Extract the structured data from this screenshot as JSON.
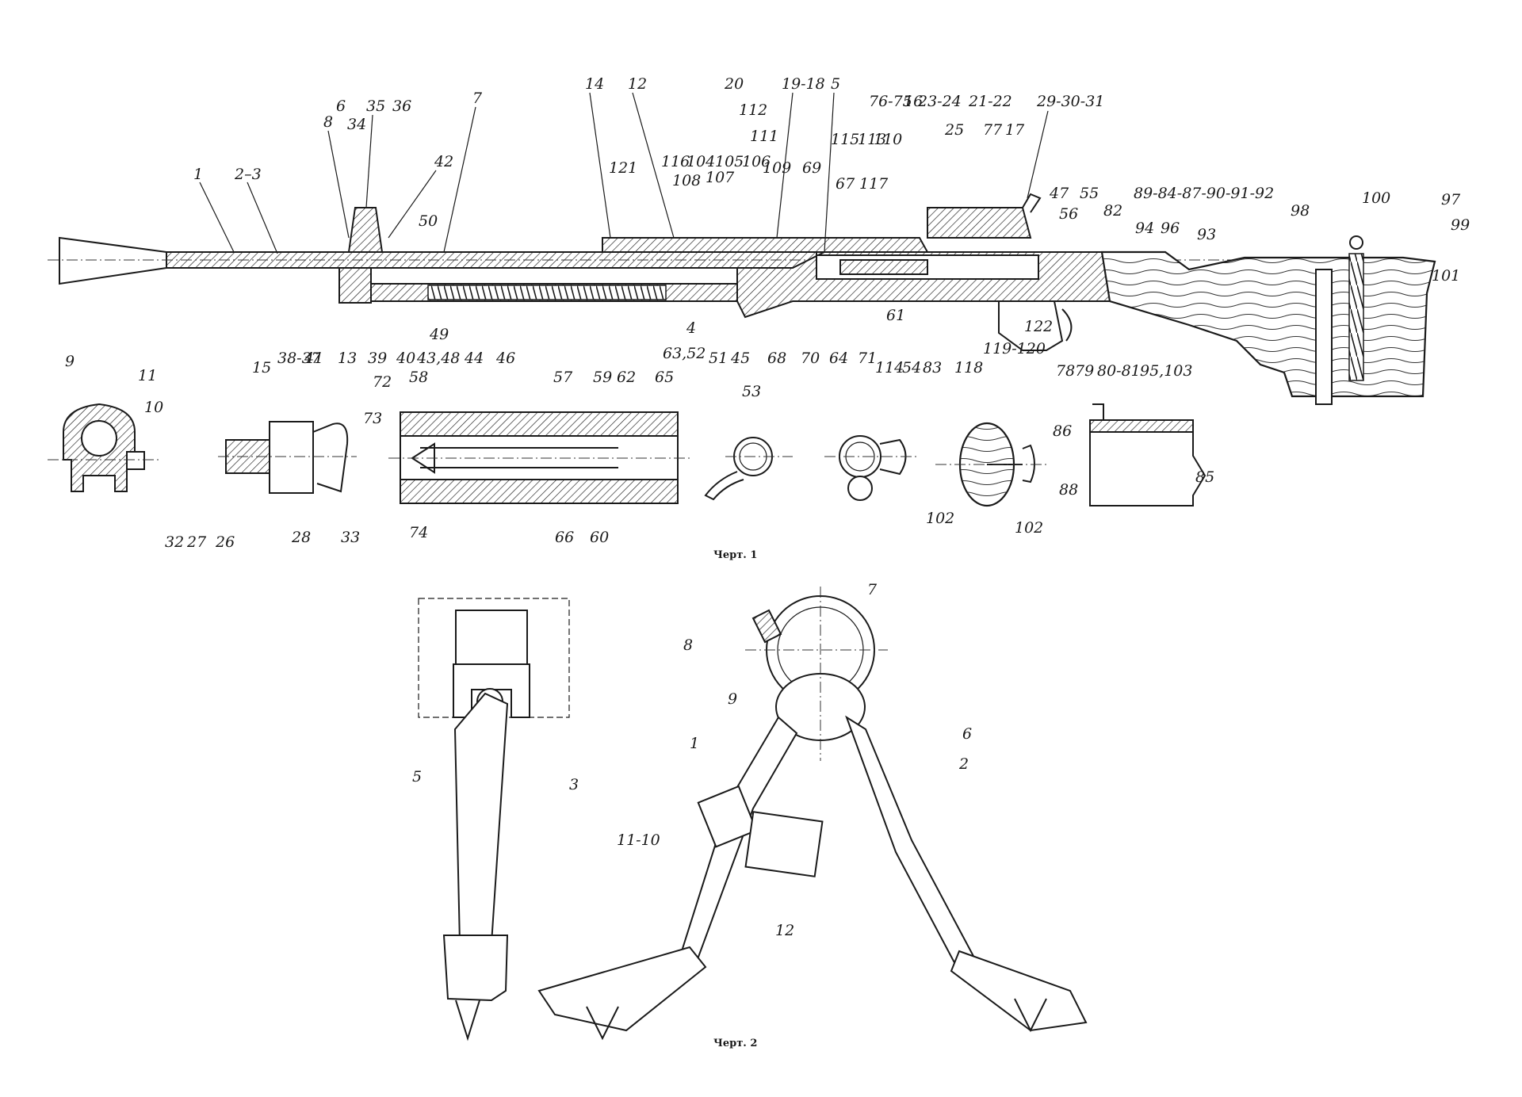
{
  "figure1": {
    "caption": "Черт. 1",
    "labels": [
      "1",
      "2–3",
      "8",
      "6",
      "34",
      "35",
      "36",
      "7",
      "42",
      "50",
      "14",
      "12",
      "121",
      "116",
      "104",
      "108",
      "107",
      "105",
      "106",
      "20",
      "112",
      "111",
      "109",
      "19-18",
      "69",
      "5",
      "115",
      "67",
      "113",
      "110",
      "117",
      "76-75",
      "16",
      "23-24",
      "25",
      "21-22",
      "77",
      "17",
      "29-30-31",
      "47",
      "55",
      "56",
      "82",
      "89-84-87-90-91-92",
      "94",
      "96",
      "93",
      "98",
      "100",
      "97",
      "99",
      "101",
      "38-37",
      "41",
      "13",
      "39",
      "40",
      "43,48",
      "49",
      "44",
      "46",
      "4",
      "63,52",
      "51",
      "45",
      "68",
      "70",
      "64",
      "71",
      "114",
      "61",
      "54",
      "83",
      "118",
      "119-120",
      "122",
      "78",
      "79",
      "80-81",
      "95,103",
      "9",
      "11",
      "10",
      "15",
      "32",
      "27",
      "26",
      "28",
      "33",
      "72",
      "58",
      "57",
      "59",
      "62",
      "65",
      "73",
      "74",
      "66",
      "60",
      "53",
      "102",
      "102",
      "86",
      "88",
      "85"
    ]
  },
  "figure2": {
    "caption": "Черт. 2",
    "labels": [
      "5",
      "3",
      "7",
      "8",
      "9",
      "1",
      "6",
      "2",
      "11-10",
      "12"
    ]
  }
}
